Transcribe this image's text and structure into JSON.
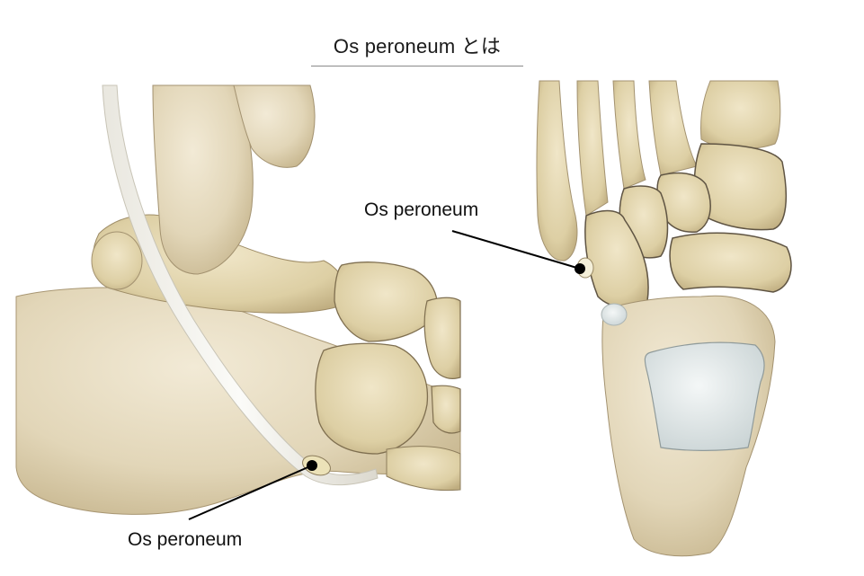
{
  "title": {
    "text": "Os peroneum とは"
  },
  "figures": [
    {
      "id": "lateral-view",
      "description": "Lateral view of ankle/foot bones with peroneus longus tendon",
      "callout": {
        "label": "Os peroneum",
        "dot_color": "#000000"
      }
    },
    {
      "id": "plantar-view",
      "description": "Plantar view of foot bones",
      "callout": {
        "label": "Os peroneum",
        "dot_color": "#000000"
      }
    }
  ],
  "colors": {
    "bone": "#e6dcc2",
    "bone_shadow": "#c9b994",
    "bone_outline": "#8d7d5c",
    "tendon": "#f4f3ee",
    "cartilage": "#dfe6e6",
    "text": "#111111"
  }
}
